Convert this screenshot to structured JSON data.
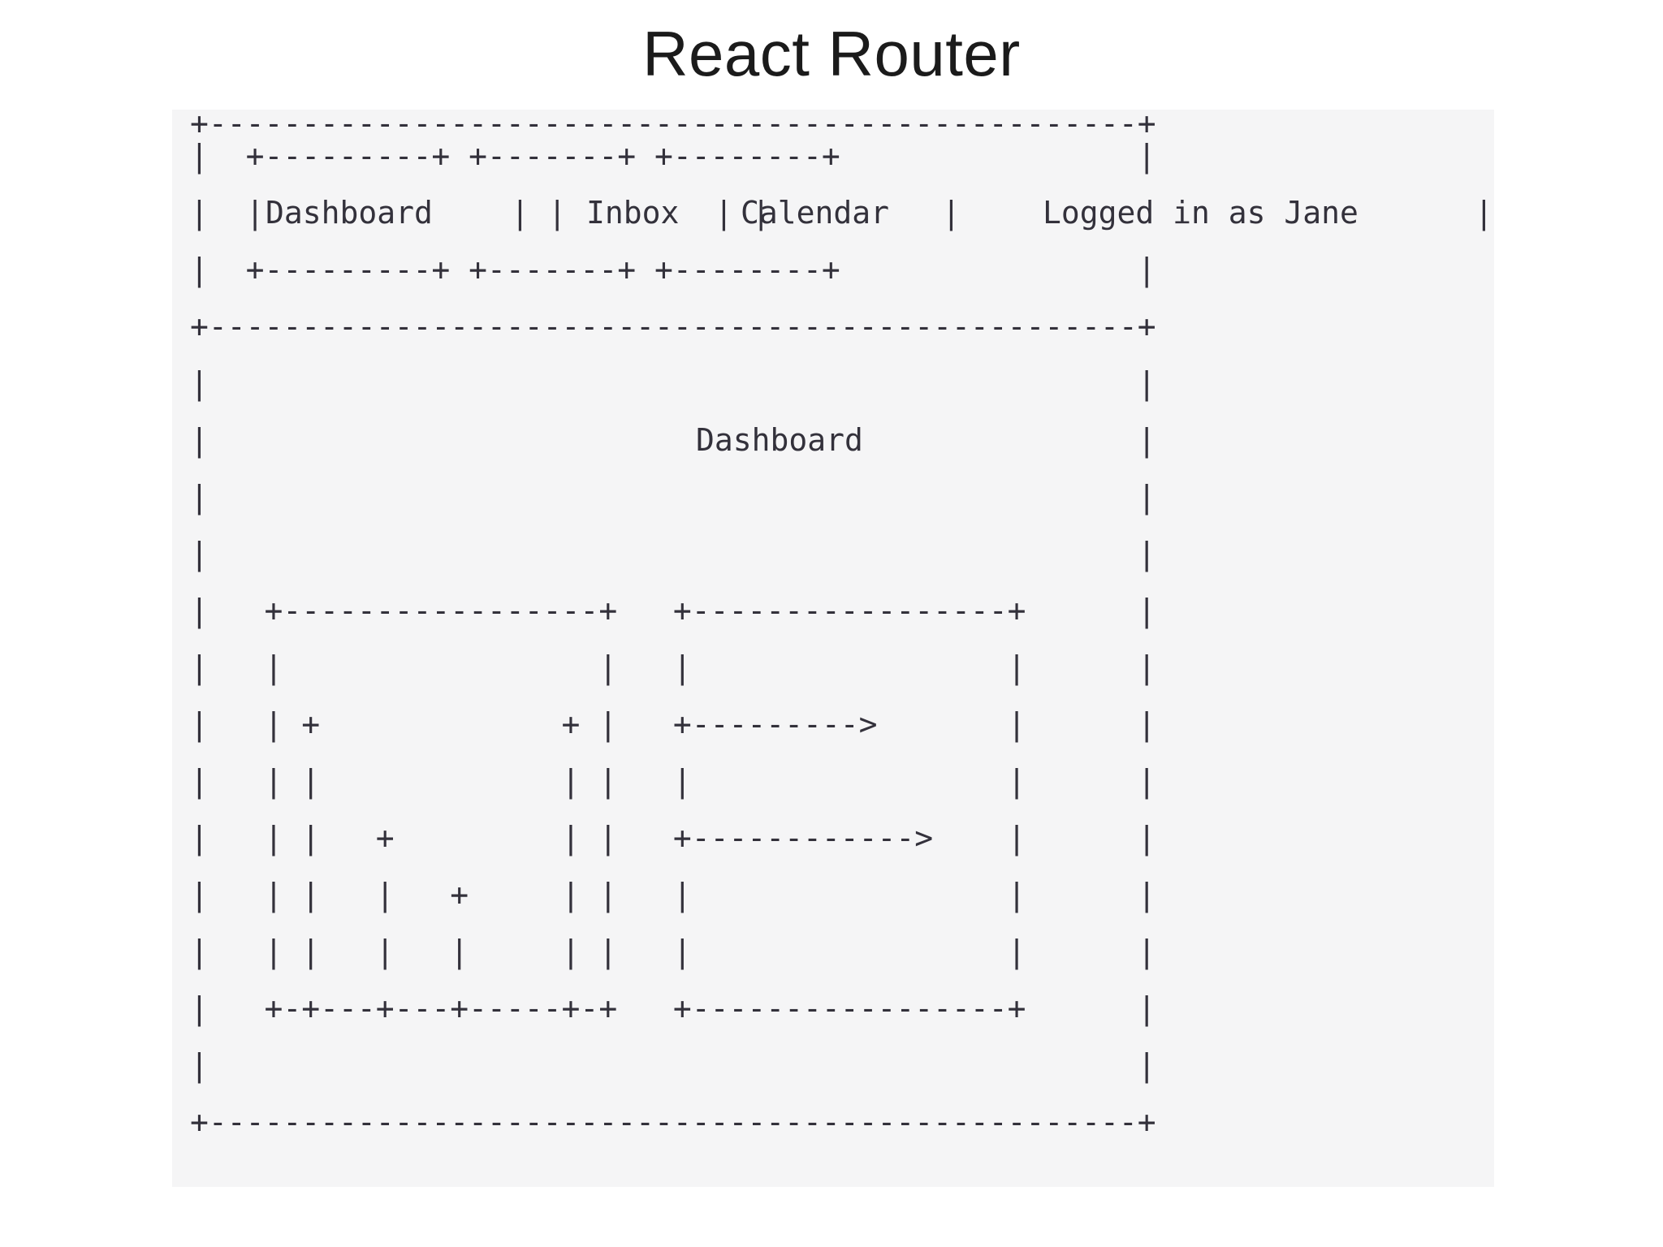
{
  "slide": {
    "title": "React Router",
    "background_color": "#ffffff",
    "canvas_color": "#f5f5f6",
    "ink_color": "#33313b"
  },
  "wireframe": {
    "kind": "ascii-art-wireframe",
    "navbar": {
      "tabs": [
        {
          "label": "Dashboard",
          "active": true
        },
        {
          "label": "Inbox",
          "active": false
        },
        {
          "label": "Calendar",
          "active": false
        }
      ],
      "user_status": "Logged in as Jane"
    },
    "content": {
      "heading": "Dashboard",
      "panels": [
        {
          "name": "left-panel",
          "kind": "nested-boxes",
          "nesting_depth": 4
        },
        {
          "name": "right-panel",
          "kind": "arrow-list",
          "arrows": [
            "+--------->",
            "+------------>"
          ]
        }
      ]
    },
    "ascii": "+------------------------------------------------+\n|                                                |\n|                                                |\n|                                                |\n+------------------------------------------------+\n|                                                |\n|                                                |\n|                                                |\n|                                                |\n|                                                |\n|                                                |\n|                                                |\n|                                                |\n|                                                |\n|                                                |\n|                                                |\n|                                                |\n+------------------------------------------------+",
    "rows": [
      "+------------------------------------------------+",
      "|  +---------+ +-------+ +--------+              |",
      "|  |Dashboard| | Inbox | |Calendar|              |",
      "|  +---------+ +-------+ +--------+              |",
      "+------------------------------------------------+",
      "|                                                |",
      "|                                                |",
      "|                                                |",
      "|                                                |",
      "|   +-----------------+   +-----------------+    |",
      "|   |                 |   |                 |    |",
      "|   | +             + |   +--------->       |    |",
      "|   | |             | |   |                 |    |",
      "|   | |   +         | |   +------------>    |    |",
      "|   | |   |   +     | |   |                 |    |",
      "|   | |   |   |     | |   |                 |    |",
      "|   +-+---+---+-----+-+   +-----------------+    |",
      "|                                                |",
      "+------------------------------------------------+"
    ]
  }
}
